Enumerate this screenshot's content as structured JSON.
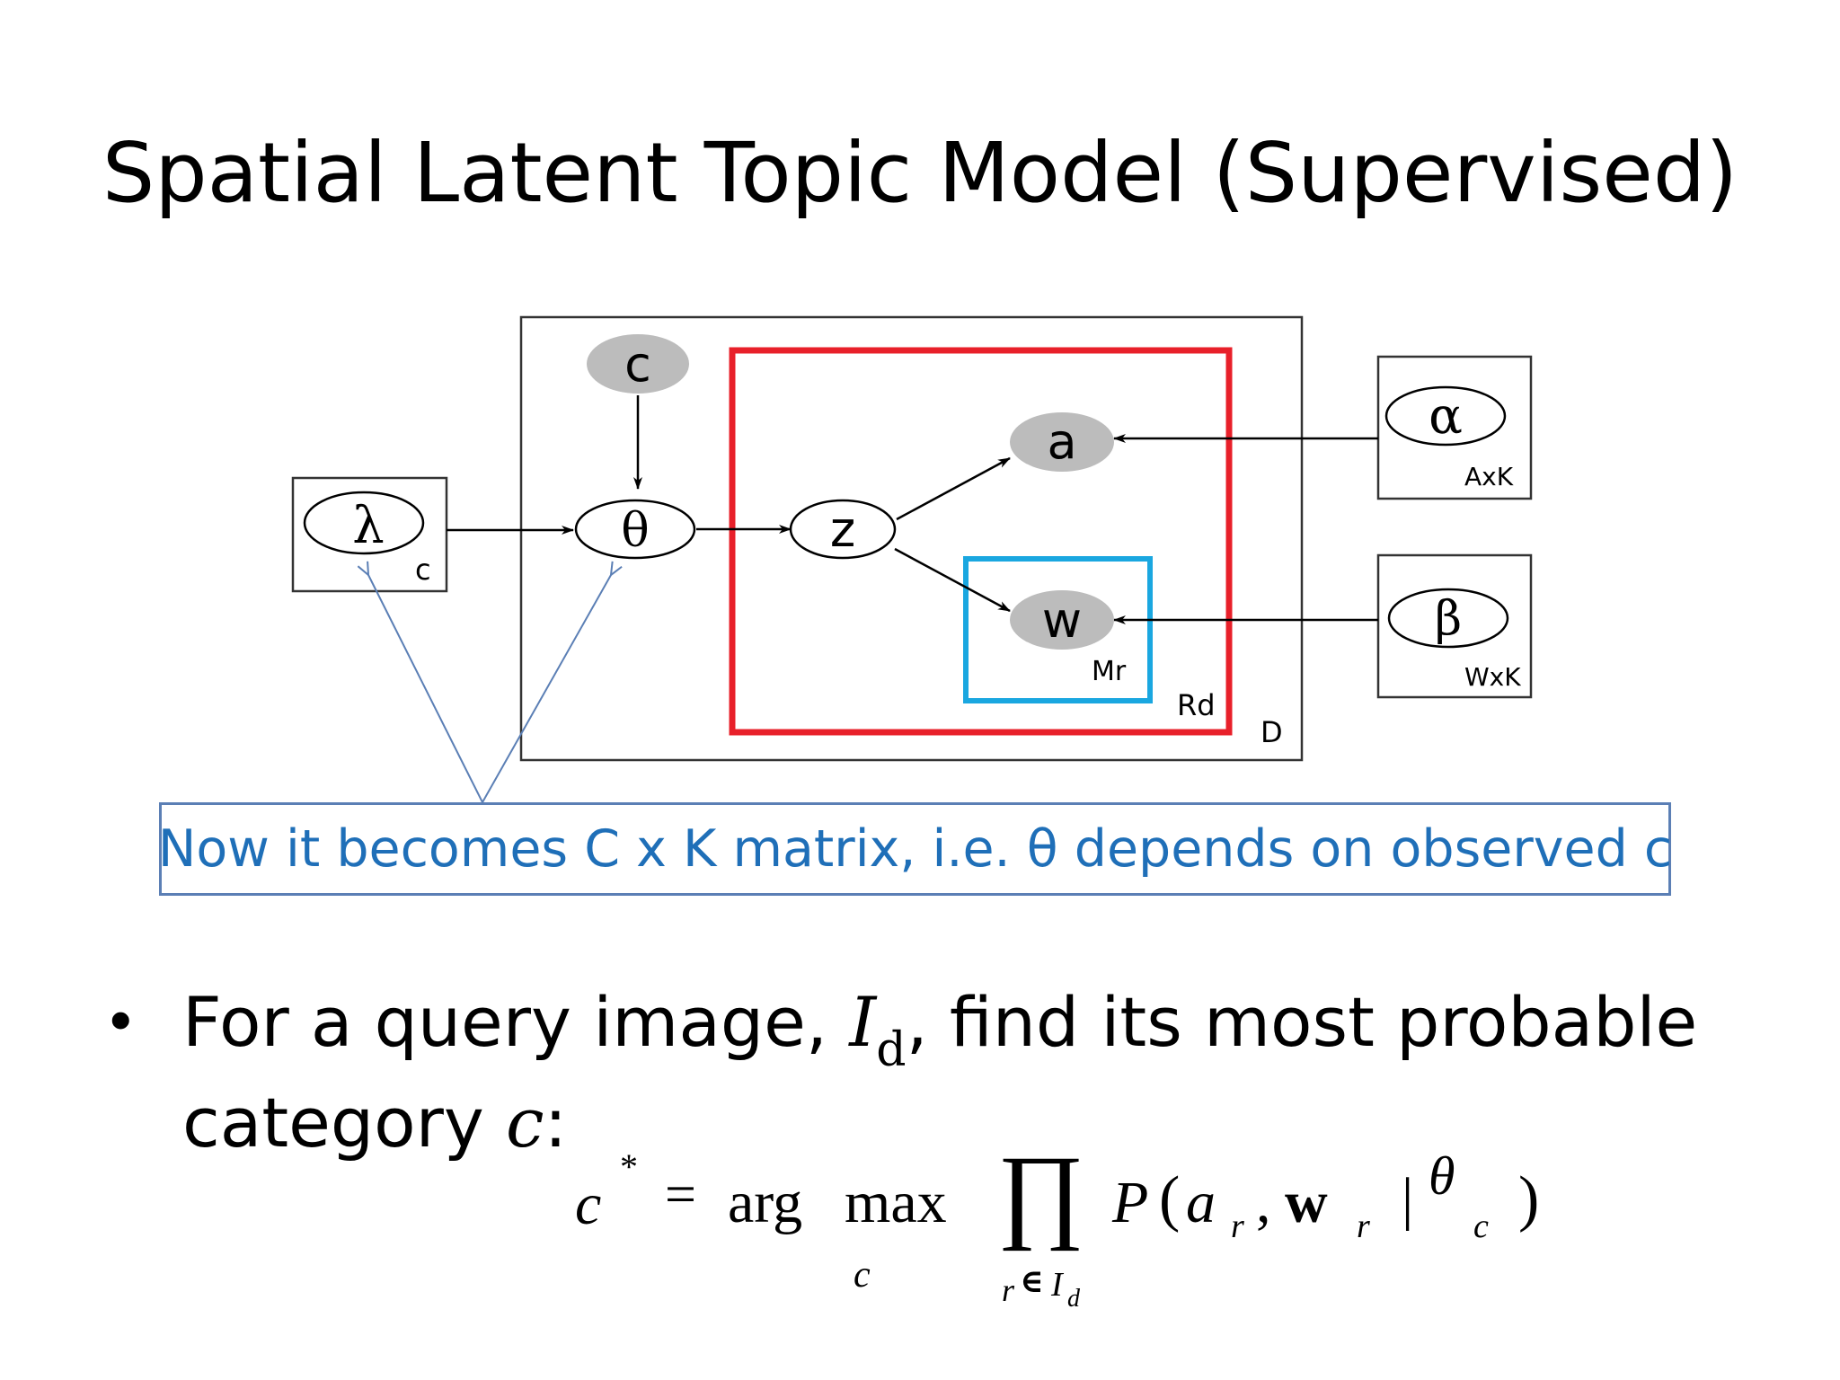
{
  "title": "Spatial Latent Topic Model (Supervised)",
  "diagram": {
    "nodes": {
      "c": "c",
      "theta": "θ",
      "z": "z",
      "a": "a",
      "w": "w",
      "lambda": "λ",
      "alpha": "α",
      "beta": "β"
    },
    "plates": {
      "lambda": "c",
      "alpha": "AxK",
      "beta": "WxK",
      "mr": "Mr",
      "rd": "Rd",
      "d": "D"
    },
    "colors": {
      "observed_node": "#bcbcbc",
      "rd_plate": "#e8202a",
      "mr_plate": "#1aa7e0",
      "callout_text": "#1f6fb8",
      "callout_border": "#5b7fb5"
    }
  },
  "callout": "Now it becomes C x K matrix, i.e. θ depends on observed c",
  "bullet": {
    "line1_before": "For a query image, ",
    "line1_var": "I",
    "line1_sub": "d",
    "line1_after": ", find its most probable",
    "line2_before": "category ",
    "line2_var": "c",
    "line2_after": ":"
  },
  "formula": {
    "lhs": "c",
    "star": "*",
    "equals": "=",
    "arg": "arg",
    "max": "max",
    "under_max": "c",
    "prod": "∏",
    "under_prod_r": "r",
    "under_prod_in": "∈",
    "under_prod_I": "I",
    "under_prod_d": "d",
    "P": "P",
    "open": "(",
    "a": "a",
    "sub_r1": "r",
    "comma": ",",
    "w": "w",
    "sub_r2": "r",
    "bar": "|",
    "theta": "θ",
    "sub_c": "c",
    "close": ")"
  }
}
